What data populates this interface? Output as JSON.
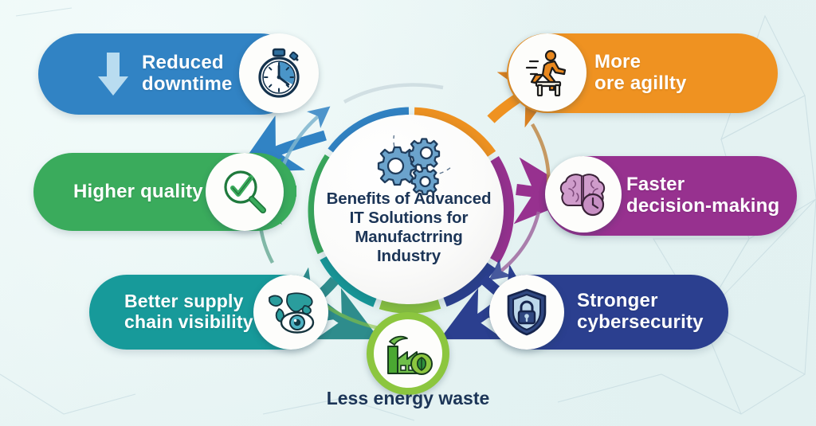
{
  "infographic": {
    "center": {
      "title": "Benefits of Advanced\nIT Solutions for\nManufactrring\nIndustry",
      "icon": "gears-icon"
    },
    "benefits": [
      {
        "id": "reduced-downtime",
        "label": "Reduced\ndowntime",
        "color": "#3183c4",
        "icon": "stopwatch-icon",
        "extra_icon": "down-arrow-icon",
        "position": "top-left"
      },
      {
        "id": "more-agility",
        "label": "More\nore agillty",
        "color": "#ef9221",
        "icon": "hurdle-runner-icon",
        "position": "top-right"
      },
      {
        "id": "higher-quality",
        "label": "Higher quality",
        "color": "#3aab5c",
        "icon": "magnifier-check-icon",
        "position": "mid-left"
      },
      {
        "id": "faster-decision-making",
        "label": "Faster\ndecision-making",
        "color": "#97318f",
        "icon": "brain-clock-icon",
        "position": "mid-right"
      },
      {
        "id": "better-supply-chain-visibility",
        "label": "Better supply\nchain visibility",
        "color": "#179a9a",
        "icon": "globe-eye-icon",
        "position": "bottom-left"
      },
      {
        "id": "stronger-cybersecurity",
        "label": "Stronger\ncybersecurity",
        "color": "#2b3f8f",
        "icon": "shield-lock-icon",
        "position": "bottom-right"
      },
      {
        "id": "less-energy-waste",
        "label": "Less energy waste",
        "color": "#8cc63f",
        "icon": "factory-leaf-icon",
        "position": "bottom-center"
      }
    ],
    "background_color": "#e9f5f4",
    "title_text_color": "#1c3557"
  }
}
